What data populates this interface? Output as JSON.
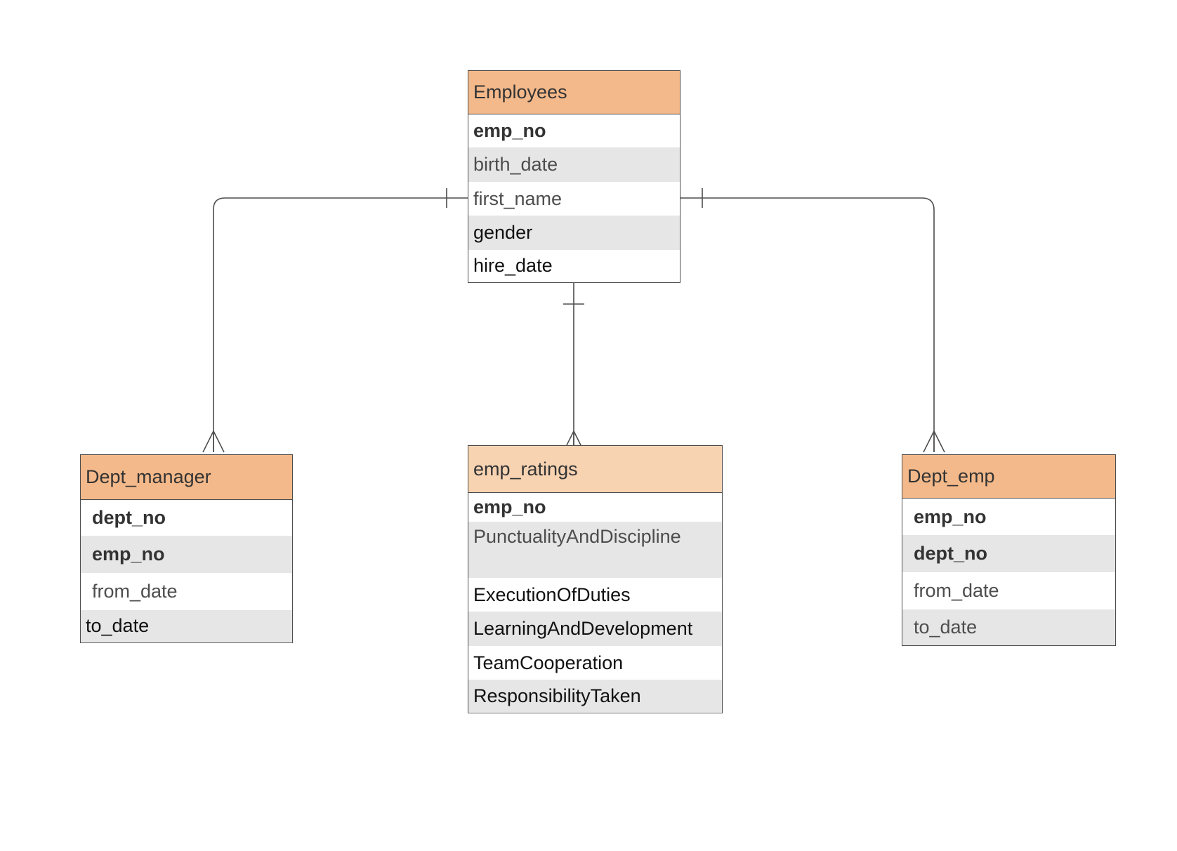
{
  "colors": {
    "header": "#f4b98a",
    "header_light": "#f7d3b2",
    "row_shade": "#e6e6e6",
    "line": "#4d4d4d"
  },
  "entities": {
    "employees": {
      "title": "Employees",
      "attributes": [
        {
          "name": "emp_no",
          "key": true
        },
        {
          "name": "birth_date",
          "key": false
        },
        {
          "name": "first_name",
          "key": false
        },
        {
          "name": "gender",
          "key": false
        },
        {
          "name": "hire_date",
          "key": false
        }
      ]
    },
    "dept_manager": {
      "title": "Dept_manager",
      "attributes": [
        {
          "name": "dept_no",
          "key": true
        },
        {
          "name": "emp_no",
          "key": true
        },
        {
          "name": "from_date",
          "key": false
        },
        {
          "name": "to_date",
          "key": false
        }
      ]
    },
    "emp_ratings": {
      "title": "emp_ratings",
      "attributes": [
        {
          "name": "emp_no",
          "key": true
        },
        {
          "name": "PunctualityAndDiscipline",
          "key": false
        },
        {
          "name": "ExecutionOfDuties",
          "key": false
        },
        {
          "name": "LearningAndDevelopment",
          "key": false
        },
        {
          "name": "TeamCooperation",
          "key": false
        },
        {
          "name": "ResponsibilityTaken",
          "key": false
        }
      ]
    },
    "dept_emp": {
      "title": "Dept_emp",
      "attributes": [
        {
          "name": "emp_no",
          "key": true
        },
        {
          "name": "dept_no",
          "key": true
        },
        {
          "name": "from_date",
          "key": false
        },
        {
          "name": "to_date",
          "key": false
        }
      ]
    }
  },
  "relationships": [
    {
      "from": "Employees",
      "to": "Dept_manager",
      "from_cardinality": "one",
      "to_cardinality": "many"
    },
    {
      "from": "Employees",
      "to": "emp_ratings",
      "from_cardinality": "one",
      "to_cardinality": "many"
    },
    {
      "from": "Employees",
      "to": "Dept_emp",
      "from_cardinality": "one",
      "to_cardinality": "many"
    }
  ]
}
